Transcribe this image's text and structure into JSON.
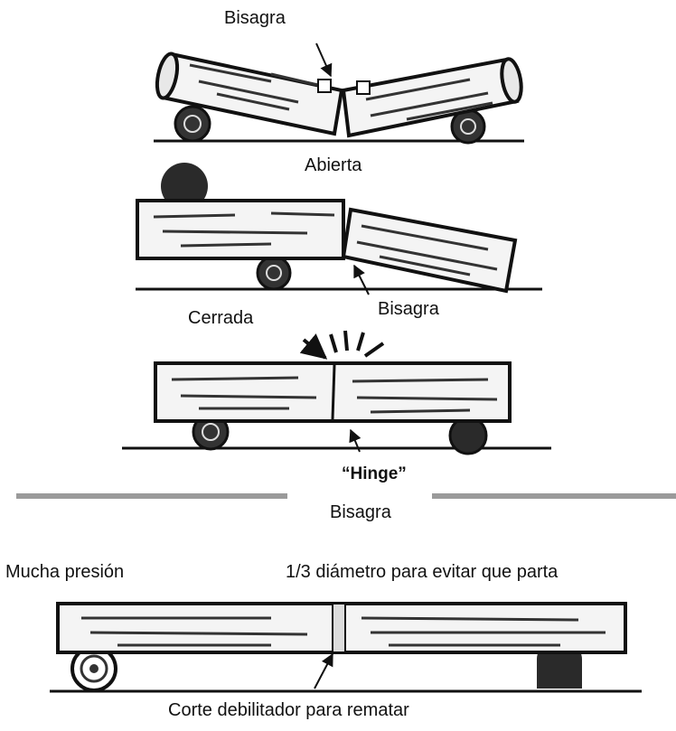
{
  "diagram": {
    "panels": [
      {
        "id": "open",
        "labels": {
          "hinge": "Bisagra",
          "state": "Abierta"
        }
      },
      {
        "id": "closed-lift",
        "labels": {
          "hinge": "Bisagra",
          "state": "Cerrada"
        }
      },
      {
        "id": "closed-supported",
        "labels": {
          "hinge_en": "“Hinge”",
          "hinge": "Bisagra"
        }
      },
      {
        "id": "heavy-stress",
        "labels": {
          "stress": "Mucha presión",
          "depth": "1/3 diámetro para evitar que parta",
          "cut": "Corte debilitador para rematar"
        }
      }
    ],
    "colors": {
      "ink": "#111111",
      "wood": "#f4f4f4",
      "bark": "#222222",
      "background": "#ffffff"
    }
  }
}
